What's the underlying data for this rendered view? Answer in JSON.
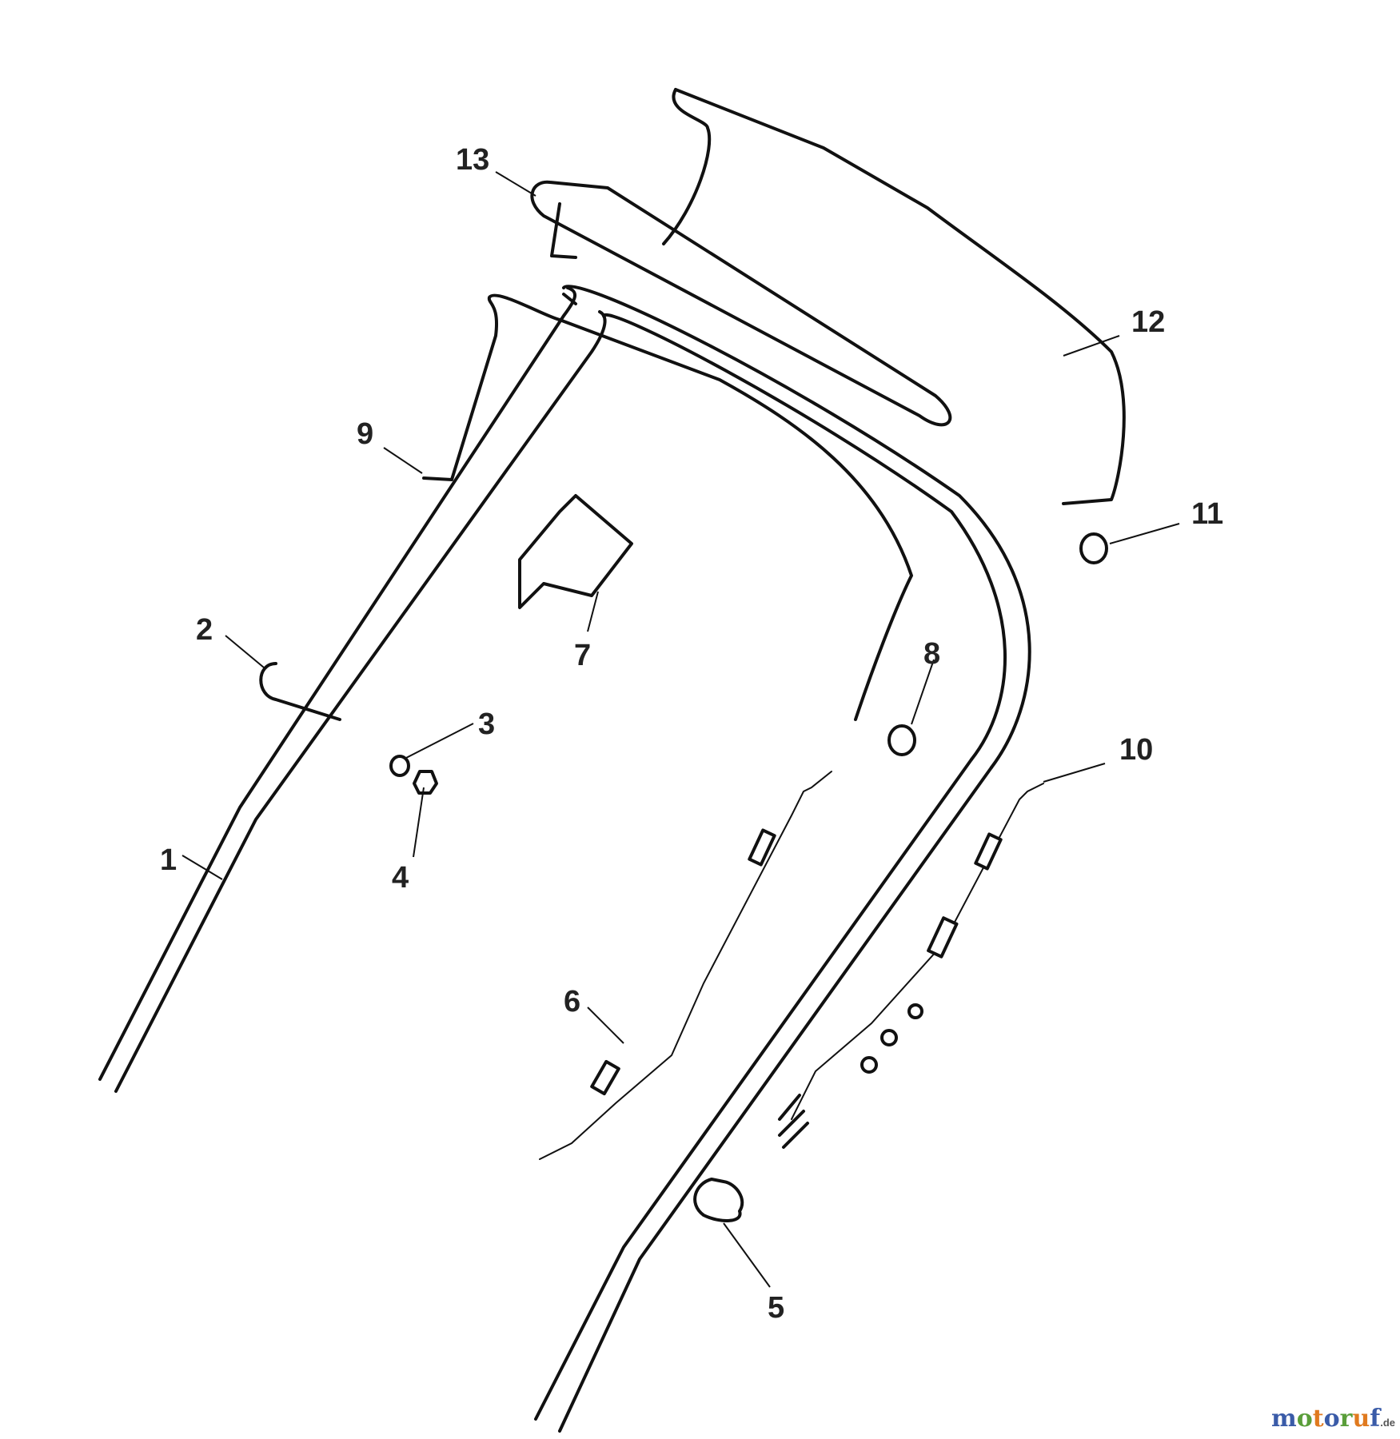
{
  "diagram": {
    "labels": [
      "1",
      "2",
      "3",
      "4",
      "5",
      "6",
      "7",
      "8",
      "9",
      "10",
      "11",
      "12",
      "13"
    ],
    "watermark": {
      "parts": [
        "m",
        "o",
        "t",
        "o",
        "r",
        "u",
        "f"
      ],
      "tld": ".de",
      "colors": [
        "#3a5ba8",
        "#5a9e3a",
        "#e07a1f"
      ]
    }
  }
}
